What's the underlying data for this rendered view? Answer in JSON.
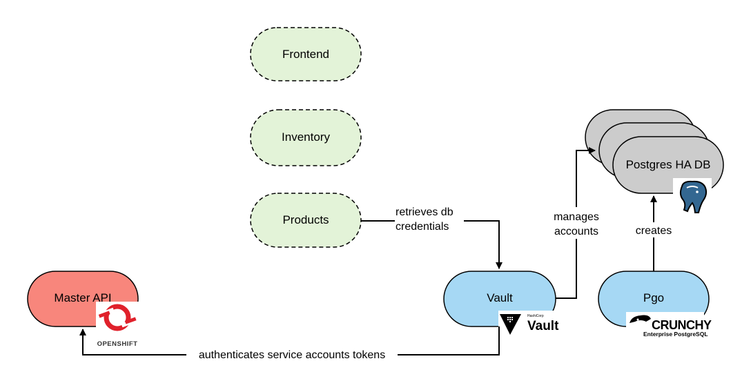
{
  "nodes": {
    "frontend": "Frontend",
    "inventory": "Inventory",
    "products": "Products",
    "master_api": "Master API",
    "vault": "Vault",
    "pgo": "Pgo",
    "postgres": "Postgres HA DB"
  },
  "edges": {
    "products_vault_line1": "retrieves db",
    "products_vault_line2": "credentials",
    "vault_postgres_line1": "manages",
    "vault_postgres_line2": "accounts",
    "pgo_postgres": "creates",
    "vault_master": "authenticates service accounts tokens"
  },
  "logos": {
    "openshift": "OPENSHIFT",
    "vault_hashicorp": "HashiCorp",
    "vault": "Vault",
    "crunchy": "CRUNCHY",
    "crunchy_sub": "Enterprise PostgreSQL"
  },
  "colors": {
    "service_fill": "#e3f3d8",
    "master_fill": "#f8867c",
    "vault_fill": "#a6d8f4",
    "db_fill": "#cccccc",
    "openshift_red": "#e0212b"
  }
}
